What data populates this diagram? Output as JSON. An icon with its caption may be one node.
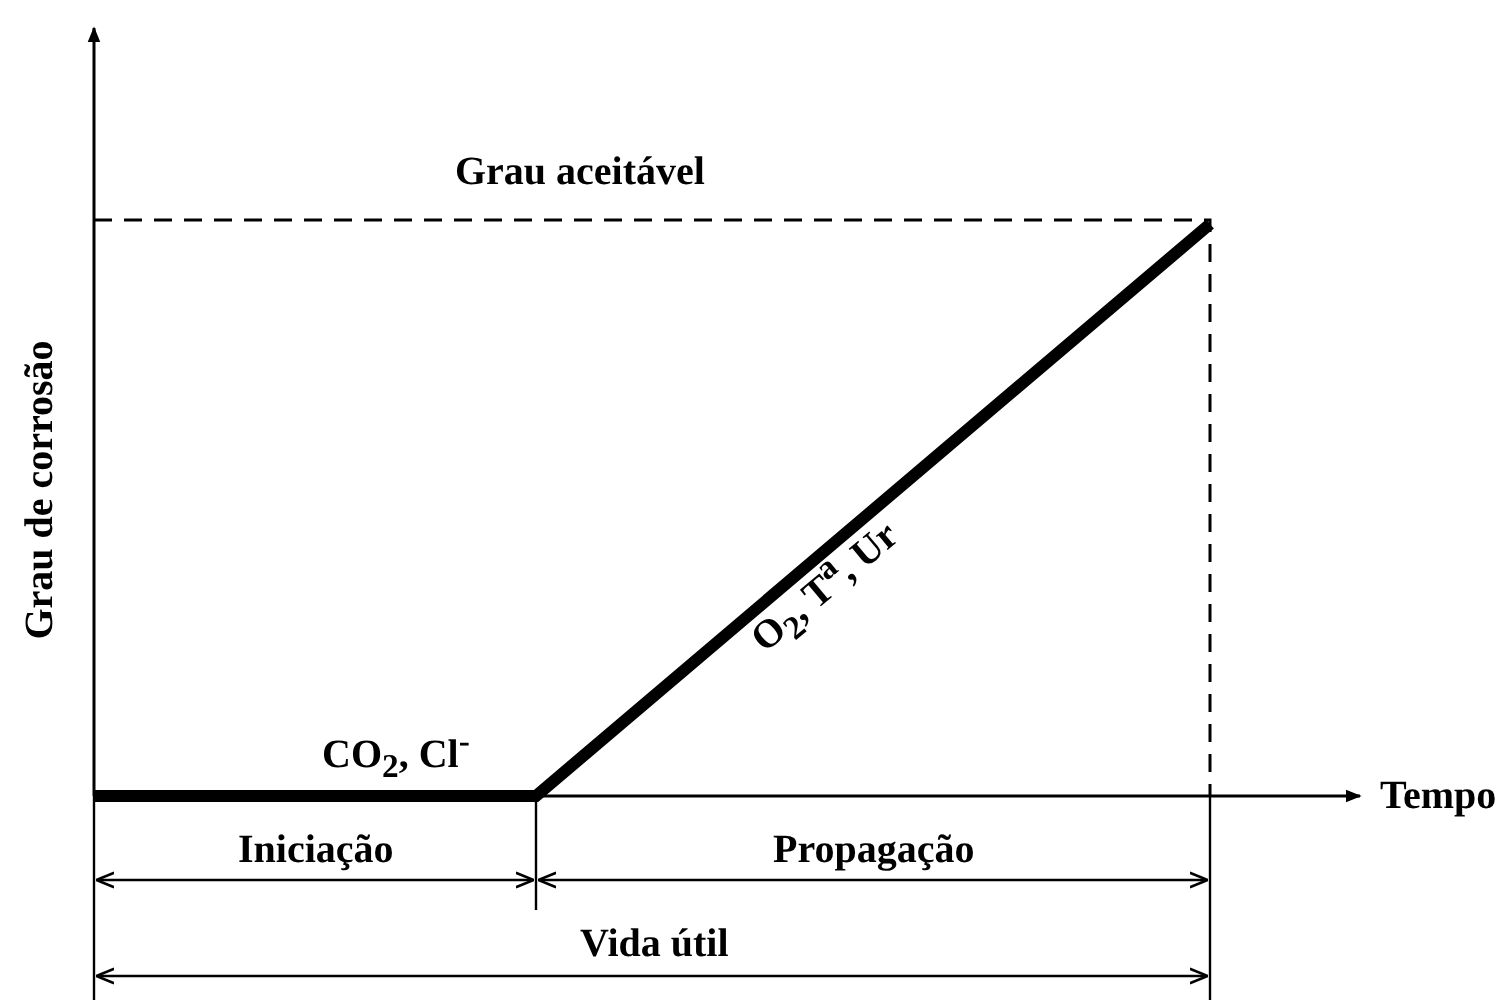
{
  "diagram": {
    "labels": [
      "Grau aceitável",
      "Grau de corrosão",
      "O$_{2}$, T$^{a}$, Ur",
      "CO$_{2}$, Cl$^{-}$",
      "Tempo",
      "Iniciação",
      "Propagação",
      "Vida útil"
    ]
  }
}
